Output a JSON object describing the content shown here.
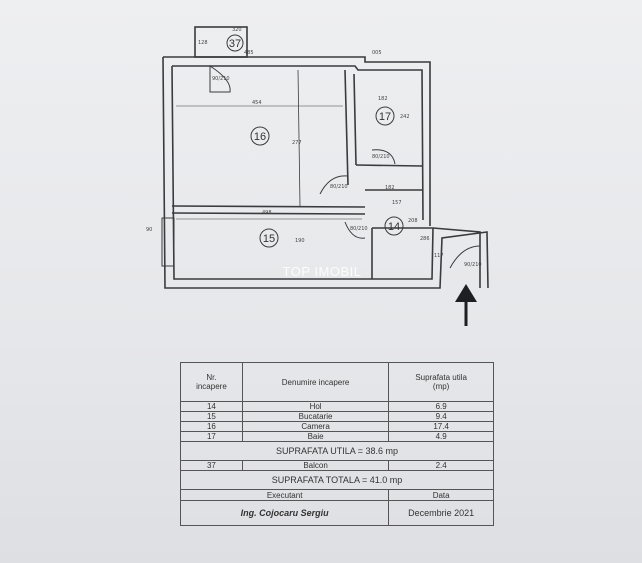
{
  "plan": {
    "watermark": "TOP IMOBIL",
    "rooms": [
      {
        "id": "37",
        "label": "37"
      },
      {
        "id": "16",
        "label": "16"
      },
      {
        "id": "17",
        "label": "17"
      },
      {
        "id": "15",
        "label": "15"
      },
      {
        "id": "14",
        "label": "14"
      }
    ],
    "dimensions": {
      "balcony_w": "320",
      "balcony_h": "128",
      "balcony_door": "485",
      "top_right": "005",
      "room16_w": "454",
      "room16_h": "277",
      "room17_w": "182",
      "room17_h": "242",
      "hall_w1": "182",
      "hall_w2": "157",
      "room15_w": "498",
      "room15_h": "190",
      "hall_h": "208",
      "entry_w": "286",
      "entry_h": "117",
      "left_wall": "90"
    },
    "door_labels": [
      "90/210",
      "80/210",
      "80/210",
      "80/210",
      "90/210"
    ]
  },
  "table": {
    "header": {
      "nr": "Nr.\nincapere",
      "name": "Denumire incapere",
      "area": "Suprafata utila\n(mp)"
    },
    "rows": [
      {
        "nr": "14",
        "name": "Hol",
        "area": "6.9"
      },
      {
        "nr": "15",
        "name": "Bucatarie",
        "area": "9.4"
      },
      {
        "nr": "16",
        "name": "Camera",
        "area": "17.4"
      },
      {
        "nr": "17",
        "name": "Baie",
        "area": "4.9"
      }
    ],
    "useful_total": "SUPRAFATA UTILA = 38.6 mp",
    "balcony_row": {
      "nr": "37",
      "name": "Balcon",
      "area": "2.4"
    },
    "grand_total": "SUPRAFATA TOTALA = 41.0 mp",
    "executant_label": "Executant",
    "date_label": "Data",
    "executant_name": "Ing. Cojocaru Sergiu",
    "date_value": "Decembrie 2021"
  },
  "colors": {
    "line": "#3a3b3f",
    "paper": "#e9eaec"
  },
  "icons": [
    "entrance-arrow-icon"
  ]
}
